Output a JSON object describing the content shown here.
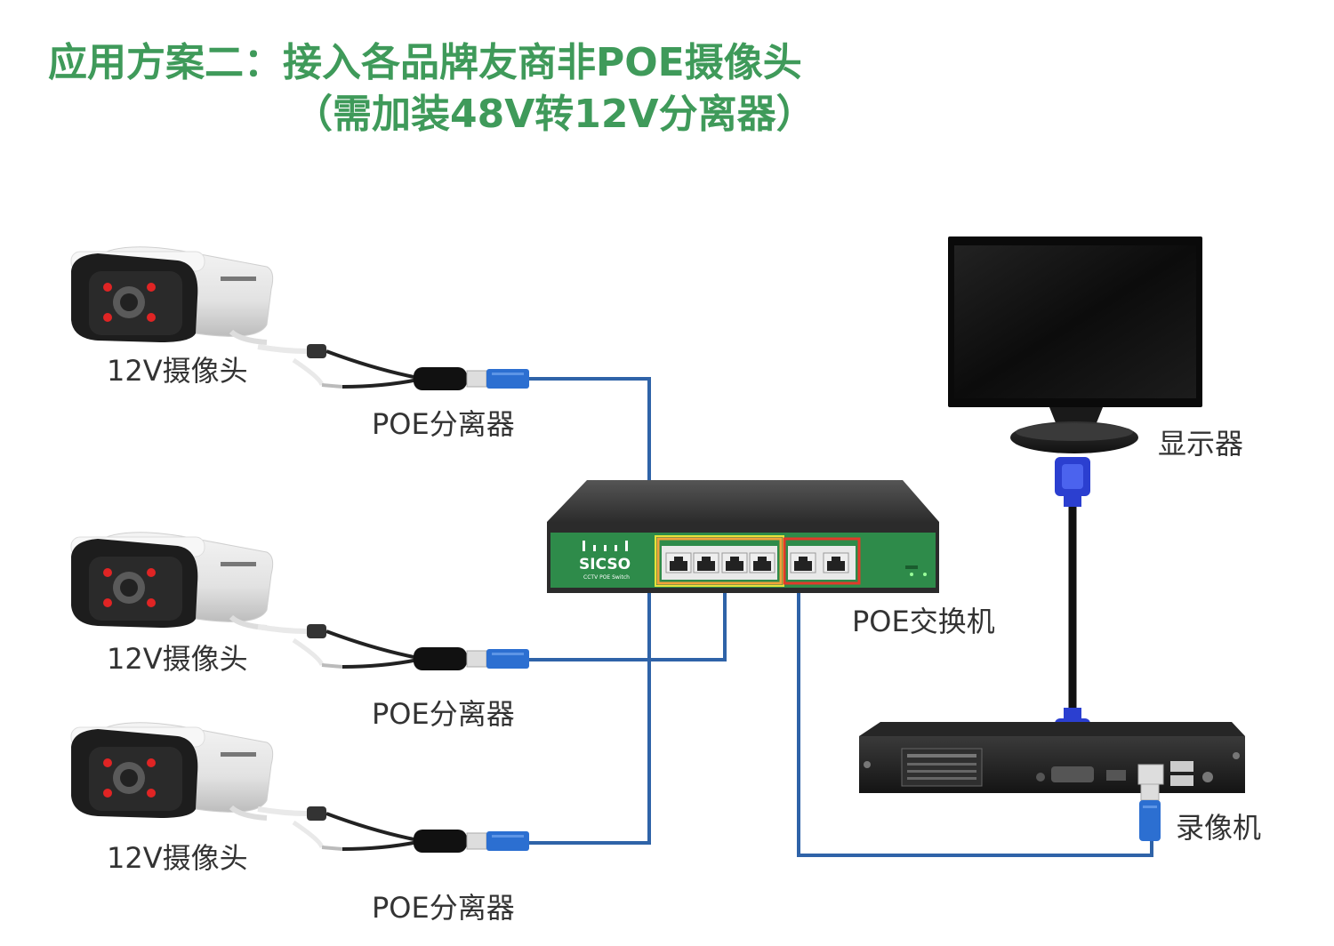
{
  "title": {
    "line1": "应用方案二：接入各品牌友商非POE摄像头",
    "line2": "（需加装48V转12V分离器）"
  },
  "labels": {
    "camera": "12V摄像头",
    "splitter": "POE分离器",
    "switch": "POE交换机",
    "monitor": "显示器",
    "nvr": "录像机"
  },
  "switch_panel": {
    "brand": "SICSO",
    "subtitle": "CCTV POE Switch"
  },
  "colors": {
    "title_green": "#3f9a5a",
    "cable_blue": "#2f63a8",
    "connector_blue": "#2c6fd1",
    "vga_blue": "#2b3fd0",
    "switch_green": "#2e8b4a",
    "poe_port_frame": "#f2a23a",
    "uplink_port_frame": "#e23a2a"
  }
}
